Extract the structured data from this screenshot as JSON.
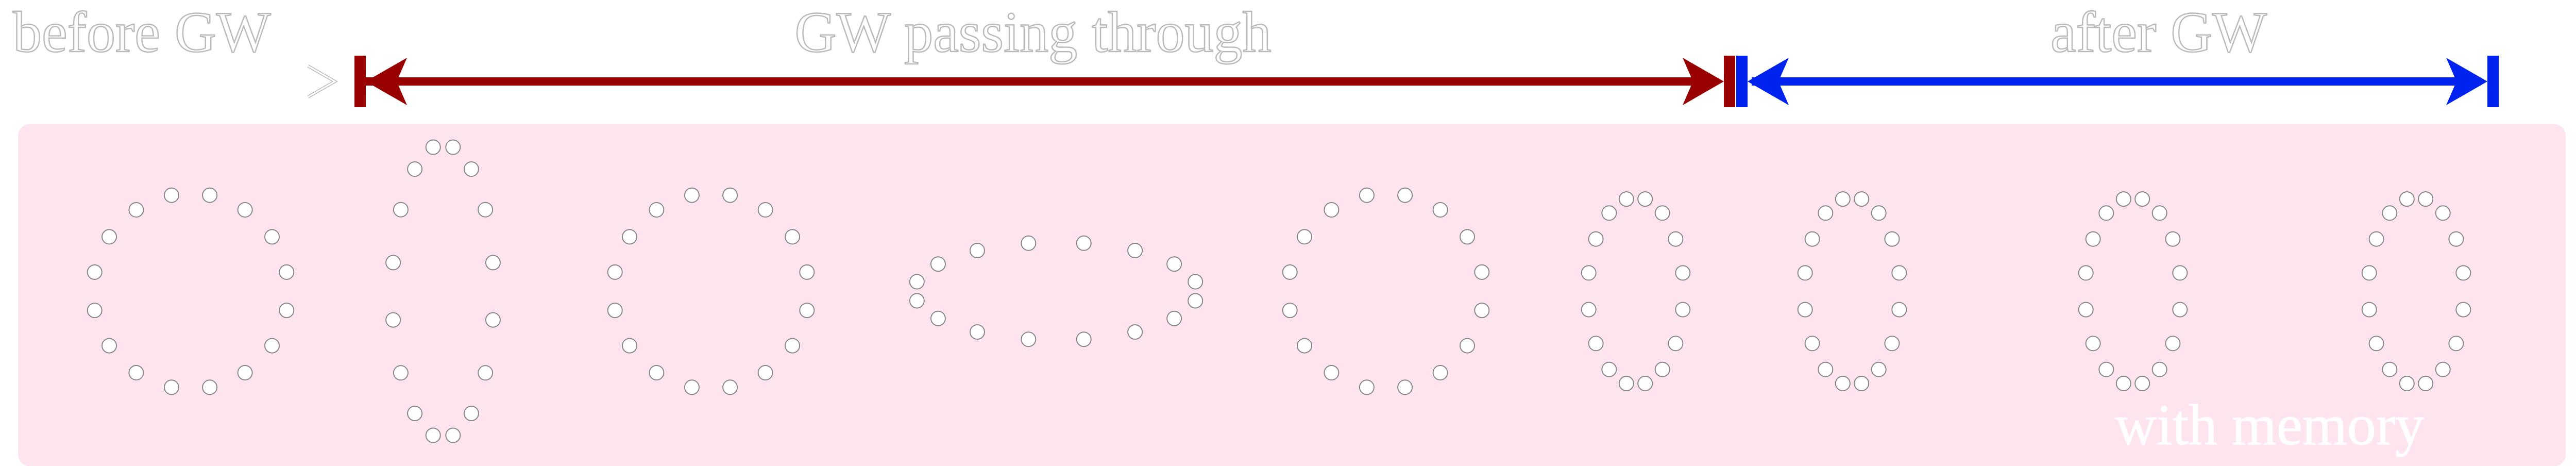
{
  "labels": {
    "before": "before GW",
    "passing": "GW passing through",
    "after": "after GW",
    "memory": "with memory"
  },
  "colors": {
    "passing_arrow": "#990000",
    "after_arrow": "#0022ee",
    "panel_fill": "#fde4ee",
    "particle_fill": "#ffffff",
    "particle_stroke": "#888888",
    "label_fill": "#ffffff",
    "label_stroke": "#bbbbbb"
  },
  "stages": [
    {
      "name": "circle",
      "sx": 1.0,
      "sy": 1.0
    },
    {
      "name": "vertical-stretch",
      "sx": 0.52,
      "sy": 1.5
    },
    {
      "name": "circle",
      "sx": 1.0,
      "sy": 1.0
    },
    {
      "name": "horizontal-stretch",
      "sx": 1.45,
      "sy": 0.5
    },
    {
      "name": "circle",
      "sx": 1.0,
      "sy": 1.0
    },
    {
      "name": "memory-ellipse",
      "sx": 0.49,
      "sy": 0.96
    },
    {
      "name": "memory-ellipse",
      "sx": 0.49,
      "sy": 0.96
    },
    {
      "name": "memory-ellipse",
      "sx": 0.49,
      "sy": 0.96
    },
    {
      "name": "memory-ellipse",
      "sx": 0.49,
      "sy": 0.96
    }
  ],
  "particles_per_ring": 16
}
